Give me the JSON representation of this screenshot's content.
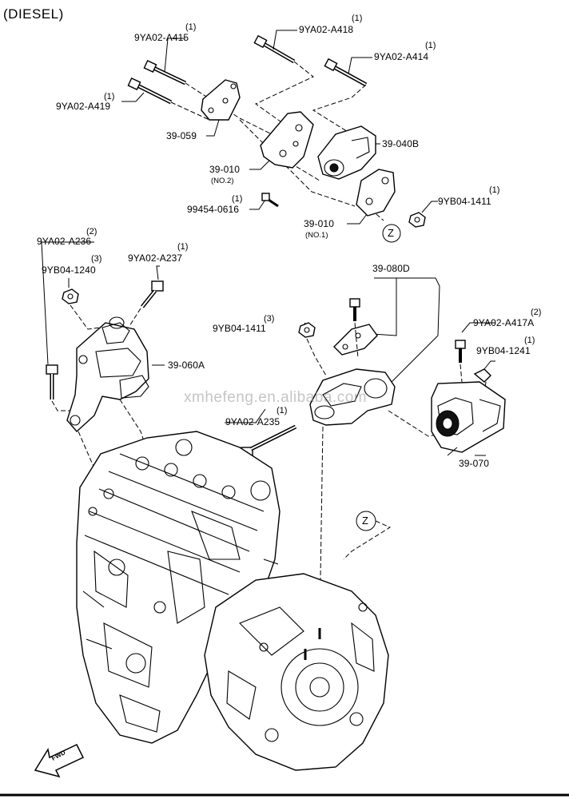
{
  "header": {
    "title": "(DIESEL)"
  },
  "watermark": "xmhefeng.en.alibaba.com",
  "callouts": {
    "zone_marker": "Z",
    "fwd_marker": "FWD"
  },
  "labels": {
    "p_9YA02_A415": {
      "part": "9YA02-A415",
      "qty": "(1)"
    },
    "p_9YA02_A418": {
      "part": "9YA02-A418",
      "qty": "(1)"
    },
    "p_9YA02_A414": {
      "part": "9YA02-A414",
      "qty": "(1)"
    },
    "p_9YA02_A419": {
      "part": "9YA02-A419",
      "qty": "(1)"
    },
    "p_39_059": {
      "part": "39-059"
    },
    "p_39_040B": {
      "part": "39-040B"
    },
    "p_39_010_no2": {
      "part": "39-010",
      "note": "(NO.2)"
    },
    "p_99454_0616": {
      "part": "99454-0616",
      "qty": "(1)"
    },
    "p_9YB04_1411_top": {
      "part": "9YB04-1411",
      "qty": "(1)"
    },
    "p_39_010_no1": {
      "part": "39-010",
      "note": "(NO.1)"
    },
    "p_9YA02_A236": {
      "part": "9YA02-A236",
      "qty": "(2)"
    },
    "p_9YB04_1240": {
      "part": "9YB04-1240",
      "qty": "(3)"
    },
    "p_9YA02_A237": {
      "part": "9YA02-A237",
      "qty": "(1)"
    },
    "p_39_080D": {
      "part": "39-080D"
    },
    "p_9YB04_1411_mid": {
      "part": "9YB04-1411",
      "qty": "(3)"
    },
    "p_9YA02_A417A": {
      "part": "9YA02-A417A",
      "qty": "(2)"
    },
    "p_9YB04_1241": {
      "part": "9YB04-1241",
      "qty": "(1)"
    },
    "p_39_060A": {
      "part": "39-060A"
    },
    "p_9YA02_A235": {
      "part": "9YA02-A235",
      "qty": "(1)"
    },
    "p_39_070": {
      "part": "39-070"
    }
  }
}
